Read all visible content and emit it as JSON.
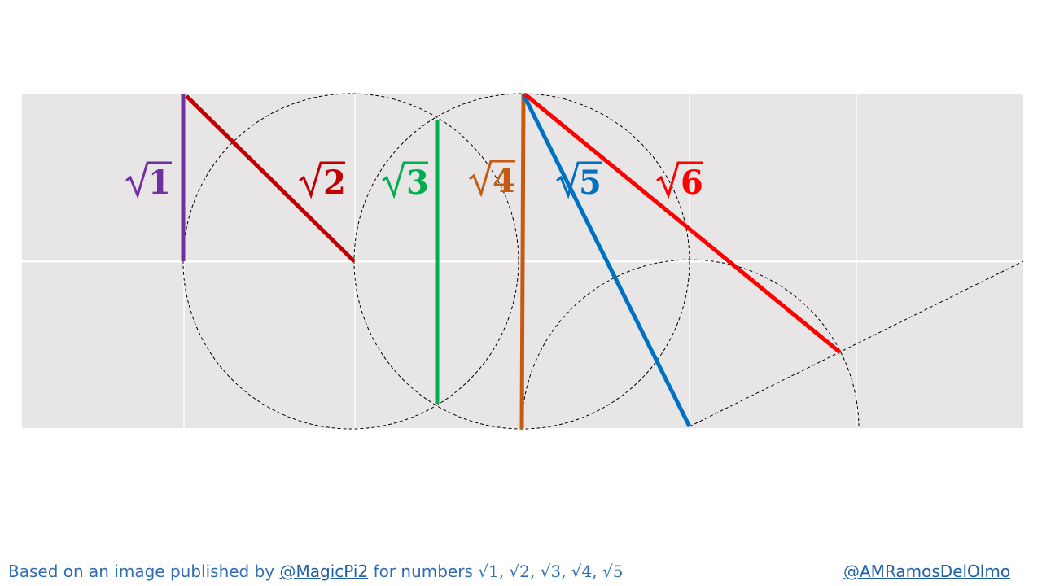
{
  "labels": [
    {
      "radicand": "1",
      "color": "#7030a0"
    },
    {
      "radicand": "2",
      "color": "#c00000"
    },
    {
      "radicand": "3",
      "color": "#00b050"
    },
    {
      "radicand": "4",
      "color": "#c55a11"
    },
    {
      "radicand": "5",
      "color": "#0070c0"
    },
    {
      "radicand": "6",
      "color": "#ff0000"
    }
  ],
  "footer": {
    "prefix": "Based on an image published by ",
    "handle": "@MagicPi2",
    "middle": " for numbers ",
    "numbers": [
      "√1,",
      "√2,",
      "√3,",
      "√4,",
      "√5"
    ],
    "credit": "@AMRamosDelOlmo"
  },
  "colors": {
    "grid_background": "#e7e5e6",
    "grid_lines": "#ffffff",
    "construction": "#000000"
  }
}
